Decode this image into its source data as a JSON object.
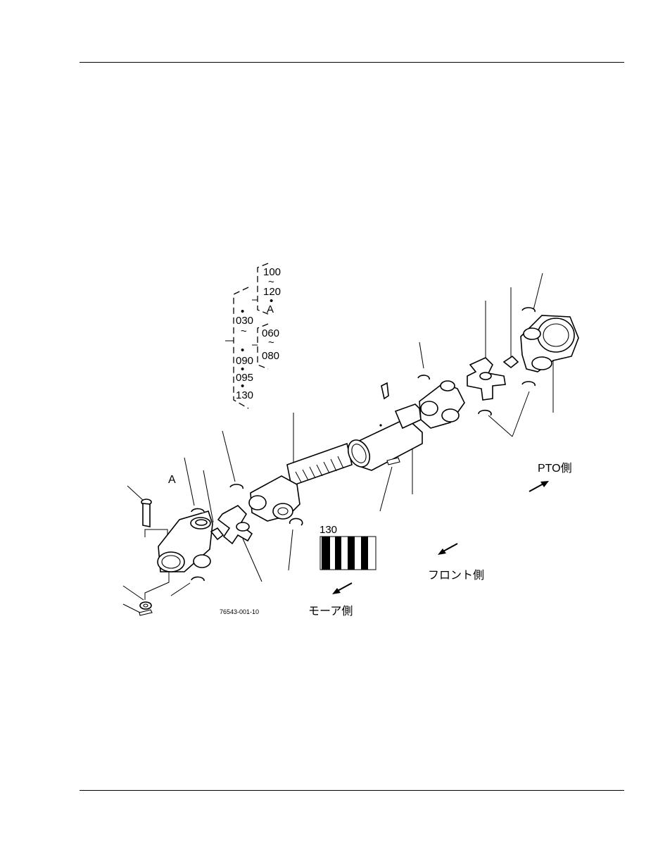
{
  "diagram": {
    "bracket_labels": {
      "range_a_start": "100",
      "range_a_tilde": "~",
      "range_a_end": "120",
      "range_a_dot": "•",
      "range_a_suffix": "A",
      "range_b_start": "060",
      "range_b_tilde": "~",
      "range_b_end": "080",
      "range_main_start": "030",
      "range_main_dot1": "•",
      "range_main_tilde": "~",
      "range_main_dot2": "•",
      "range_main_end": "090",
      "range_main_dot3": "•",
      "range_main_extra1": "095",
      "range_main_dot4": "•",
      "range_main_extra2": "130"
    },
    "label_a": "A",
    "label_130": "130",
    "drawing_code": "76543-001-10",
    "direction_pto": "PTO側",
    "direction_front": "フロント側",
    "direction_mower": "モーア側"
  }
}
